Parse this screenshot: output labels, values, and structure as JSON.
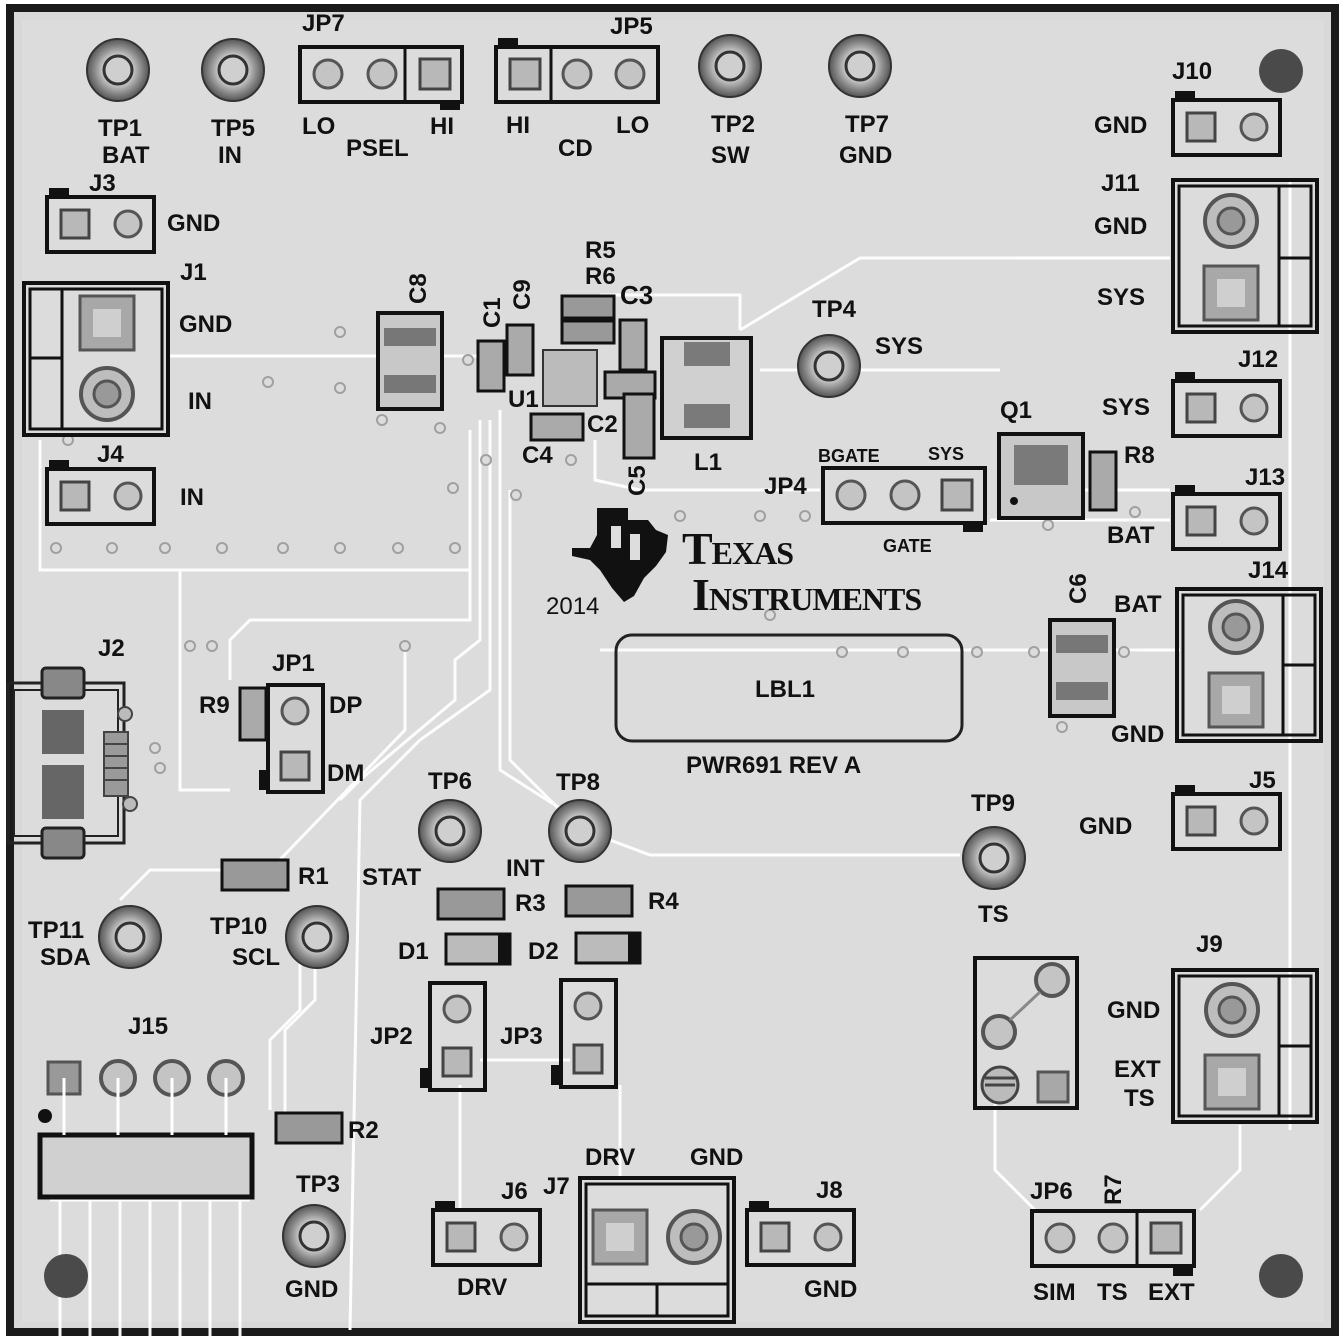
{
  "logo": {
    "line1": "Texas",
    "line2": "Instruments",
    "year": "2014"
  },
  "board_rev": "PWR691 REV A",
  "label_box": "LBL1",
  "labels": {
    "tp1": "TP1",
    "tp1_sub": "BAT",
    "tp5": "TP5",
    "tp5_sub": "IN",
    "jp7": "JP7",
    "jp7_lo": "LO",
    "jp7_psel": "PSEL",
    "jp7_hi": "HI",
    "jp5": "JP5",
    "jp5_hi": "HI",
    "jp5_cd": "CD",
    "jp5_lo": "LO",
    "tp2": "TP2",
    "tp2_sub": "SW",
    "tp7": "TP7",
    "tp7_sub": "GND",
    "j10": "J10",
    "j10_gnd": "GND",
    "j3": "J3",
    "j3_gnd": "GND",
    "j11": "J11",
    "j11_gnd": "GND",
    "j11_sys": "SYS",
    "j1": "J1",
    "j1_gnd": "GND",
    "j1_in": "IN",
    "c8": "C8",
    "c1": "C1",
    "c9": "C9",
    "r5": "R5",
    "r6": "R6",
    "c3": "C3",
    "tp4": "TP4",
    "tp4_sys": "SYS",
    "u1": "U1",
    "c2": "C2",
    "c4": "C4",
    "c5": "C5",
    "l1": "L1",
    "q1": "Q1",
    "r8": "R8",
    "j12": "J12",
    "j12_sys": "SYS",
    "j4": "J4",
    "j4_in": "IN",
    "jp4": "JP4",
    "jp4_bgate": "BGATE",
    "jp4_sys": "SYS",
    "jp4_gate": "GATE",
    "j13": "J13",
    "j13_bat": "BAT",
    "c6": "C6",
    "j14": "J14",
    "j14_bat": "BAT",
    "j14_gnd": "GND",
    "j2": "J2",
    "jp1": "JP1",
    "r9": "R9",
    "jp1_dp": "DP",
    "jp1_dm": "DM",
    "tp6": "TP6",
    "tp8": "TP8",
    "tp9": "TP9",
    "tp9_ts": "TS",
    "j5": "J5",
    "j5_gnd": "GND",
    "r1": "R1",
    "stat": "STAT",
    "int": "INT",
    "r3": "R3",
    "r4": "R4",
    "tp11": "TP11",
    "tp11_sub": "SDA",
    "tp10": "TP10",
    "tp10_sub": "SCL",
    "d1": "D1",
    "d2": "D2",
    "j9": "J9",
    "j9_gnd": "GND",
    "j9_ext": "EXT",
    "j9_ts": "TS",
    "jp2": "JP2",
    "jp3": "JP3",
    "j15": "J15",
    "r2": "R2",
    "tp3": "TP3",
    "tp3_sub": "GND",
    "j6": "J6",
    "j6_drv": "DRV",
    "j7": "J7",
    "j7_drv": "DRV",
    "j7_gnd": "GND",
    "j8": "J8",
    "j8_gnd": "GND",
    "jp6": "JP6",
    "r7": "R7",
    "jp6_sim": "SIM",
    "jp6_ts": "TS",
    "jp6_ext": "EXT"
  }
}
